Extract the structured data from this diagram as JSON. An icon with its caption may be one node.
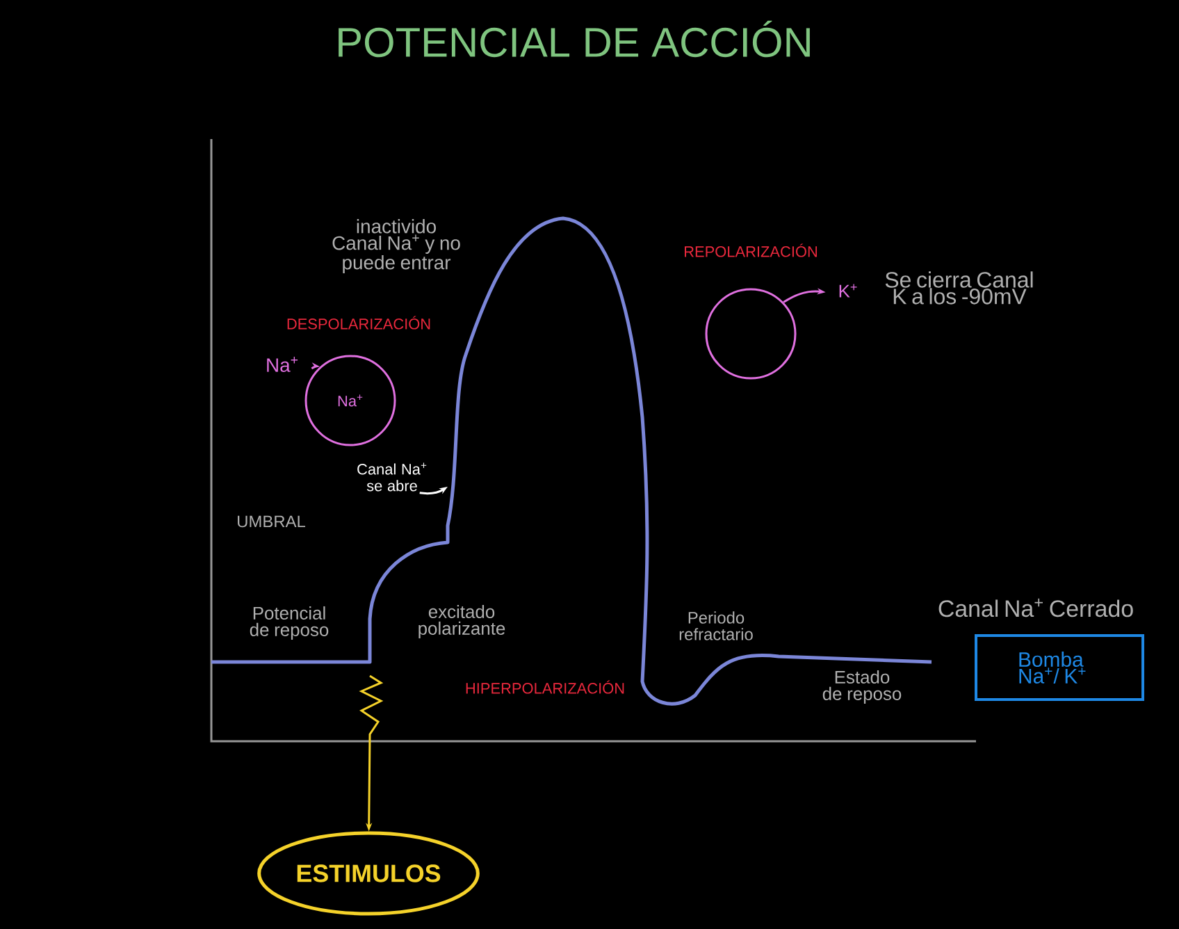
{
  "diagram": {
    "title": "POTENCIAL DE ACCIÓN",
    "nodes": [
      {
        "text": [
          "Na$^{+}$"
        ]
      },
      {
        "text": [
          "Na$^{+}$"
        ]
      },
      {
        "text": [],
        "shape": "circle"
      },
      {
        "text": [
          "K$^{+}$"
        ]
      },
      {
        "text": [
          "Canal Na$^{+}$ se abre"
        ]
      },
      {
        "text": [
          "Bomba Na$^{+}$/ K$^{+}$"
        ]
      },
      {
        "text": [
          "ESTIMULOS"
        ]
      }
    ],
    "edges": [
      {
        "from": 0,
        "to": 1,
        "arrow": "to"
      },
      {
        "from": 2,
        "to": 3,
        "arrow": "to"
      },
      {
        "from": 4,
        "to": null,
        "arrow": "to",
        "color": "#ffffff"
      },
      {
        "from": null,
        "to": 6,
        "arrow": "to",
        "color": "#f5d22a"
      }
    ],
    "labels": [
      "inactivido Canal Na$^{+}$ y no puede entrar",
      "DESPOLARIZACIÓN",
      "UMBRAL",
      "Potencial de reposo",
      "excitado polarizante",
      "HIPERPOLARIZACIÓN",
      "REPOLARIZACIÓN",
      "Se cierra Canal K a los -90mV",
      "Periodo refractario",
      "Estado de reposo",
      "Canal Na$^{+}$ Cerrado"
    ]
  }
}
